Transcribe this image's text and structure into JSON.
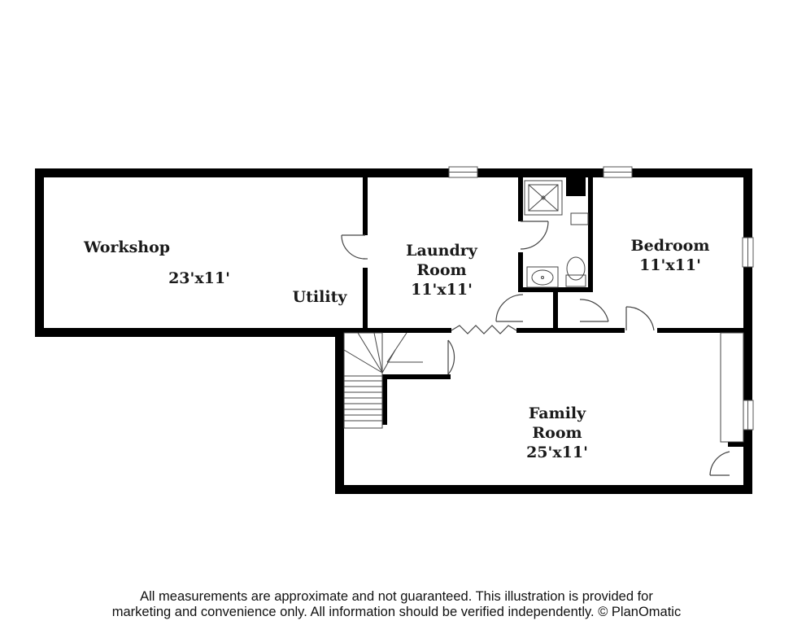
{
  "rooms": {
    "workshop": {
      "name": "Workshop",
      "size": "23'x11'"
    },
    "utility": {
      "name": "Utility"
    },
    "laundry": {
      "name_line1": "Laundry",
      "name_line2": "Room",
      "size": "11'x11'"
    },
    "bedroom": {
      "name": "Bedroom",
      "size": "11'x11'"
    },
    "family": {
      "name_line1": "Family",
      "name_line2": "Room",
      "size": "25'x11'"
    }
  },
  "disclaimer": {
    "line1": "All measurements are approximate and not guaranteed. This illustration is provided for",
    "line2": "marketing and convenience only. All information should be verified independently. © PlanOmatic"
  },
  "colors": {
    "wall": "#000000",
    "background": "#ffffff",
    "fixture": "#444444"
  }
}
